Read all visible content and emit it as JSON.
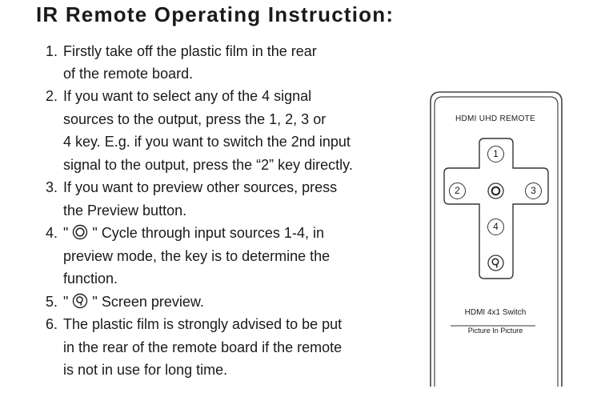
{
  "title": "IR Remote Operating Instruction:",
  "instructions": {
    "l1": {
      "num": "1.",
      "text": "Firstly take off the plastic film in the rear"
    },
    "l1b": {
      "text": "of the remote board."
    },
    "l2": {
      "num": "2.",
      "text": "If you want to select any of the 4 signal"
    },
    "l2b": {
      "text": "sources to the output, press the 1, 2, 3 or"
    },
    "l2c": {
      "text": "4 key. E.g.  if you want to switch the 2nd input"
    },
    "l2d": {
      "text": "signal to the output, press the “2” key directly."
    },
    "l3": {
      "num": "3.",
      "text": "If you want to preview other sources, press"
    },
    "l3b": {
      "text": "the Preview button."
    },
    "l4": {
      "num": "4.",
      "pre": "\"",
      "post": "\" Cycle through input sources 1-4, in"
    },
    "l4b": {
      "text": "preview mode, the key is to determine the"
    },
    "l4c": {
      "text": "function."
    },
    "l5": {
      "num": "5.",
      "pre": "\"",
      "post": "\" Screen preview."
    },
    "l6": {
      "num": "6.",
      "text": "The plastic film is strongly advised to be put"
    },
    "l6b": {
      "text": "in the rear of the remote board if the  remote"
    },
    "l6c": {
      "text": "is not in use for long time."
    }
  },
  "remote": {
    "title": "HDMI UHD REMOTE",
    "keys": {
      "k1": "1",
      "k2": "2",
      "k3": "3",
      "k4": "4"
    },
    "model": "HDMI 4x1 Switch",
    "subtitle": "Picture In Picture"
  },
  "icons": {
    "cycle": "target-cycle-icon",
    "preview": "magnifier-preview-icon"
  }
}
